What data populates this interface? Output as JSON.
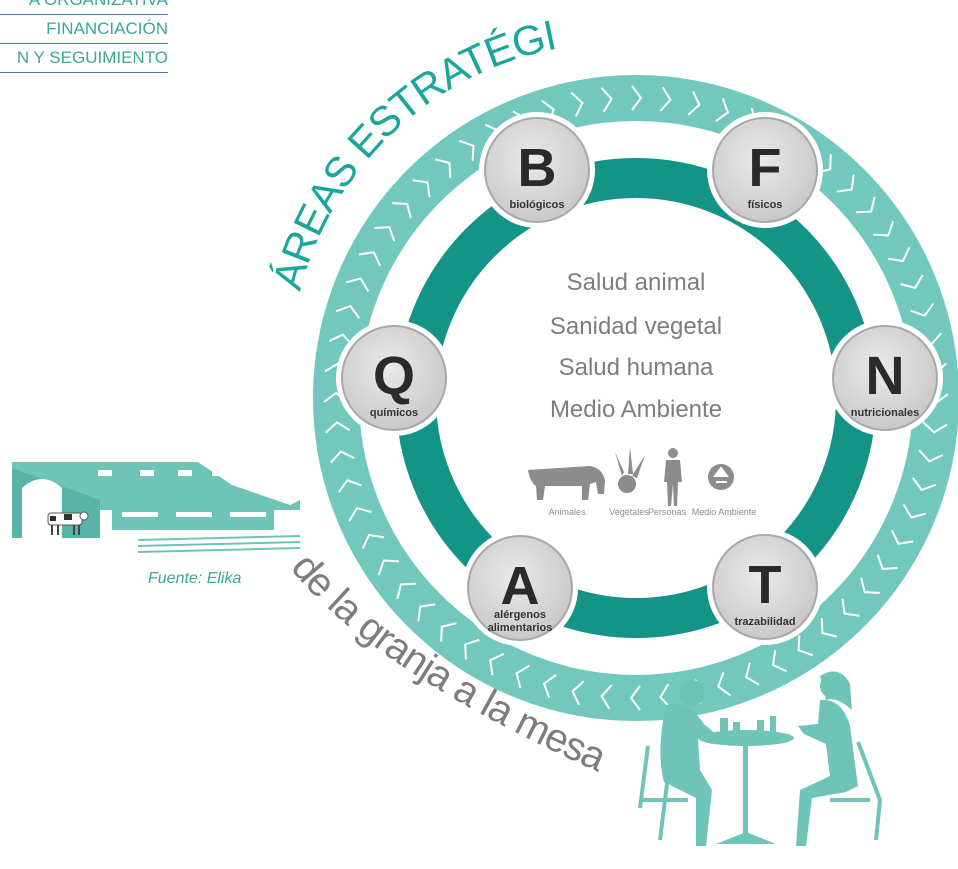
{
  "nav": {
    "items": [
      "A ORGANIZATIVA",
      "FINANCIACIÓN",
      "N Y SEGUIMIENTO"
    ]
  },
  "title_arc": "ÁREAS ESTRATÉGICAS",
  "bottom_arc": "de la granja a la mesa",
  "source": "Fuente: Elika",
  "center": {
    "lines": [
      "Salud animal",
      "Sanidad vegetal",
      "Salud humana",
      "Medio Ambiente"
    ],
    "icon_labels": [
      "Animales",
      "Vegetales",
      "Personas",
      "Medio Ambiente"
    ]
  },
  "nodes": [
    {
      "letter": "B",
      "label": "biológicos"
    },
    {
      "letter": "F",
      "label": "físicos"
    },
    {
      "letter": "N",
      "label": "nutricionales"
    },
    {
      "letter": "T",
      "label": "trazabilidad"
    },
    {
      "letter": "A",
      "label": "alérgenos alimentarios"
    },
    {
      "letter": "Q",
      "label": "químicos"
    }
  ],
  "colors": {
    "outer_ring": "#72c8bd",
    "inner_ring": "#139487",
    "accent_text": "#1aa79a",
    "node_fill": "#dadada",
    "gray_text": "#7d7d7d"
  }
}
